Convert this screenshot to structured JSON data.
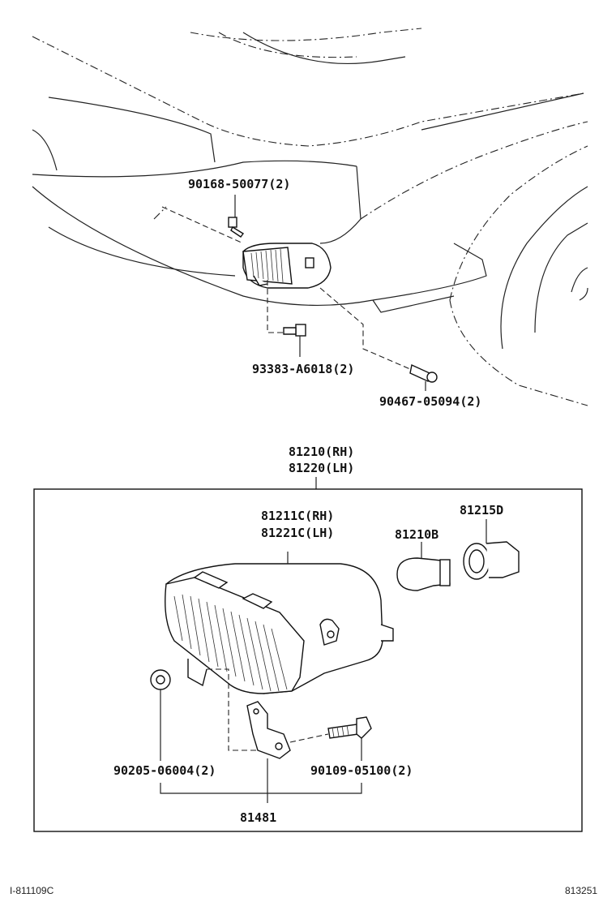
{
  "top_view": {
    "callouts": {
      "screw_upper": "90168-50077(2)",
      "bolt_lower": "93383-A6018(2)",
      "clip": "90467-05094(2)"
    }
  },
  "assembly": {
    "title_rh": "81210(RH)",
    "title_lh": "81220(LH)",
    "lens_rh": "81211C(RH)",
    "lens_lh": "81221C(LH)",
    "bulb": "81210B",
    "socket": "81215D",
    "nut": "90205-06004(2)",
    "bolt": "90109-05100(2)",
    "bracket": "81481"
  },
  "footer": {
    "left_code": "I-811109C",
    "right_code": "813251"
  }
}
